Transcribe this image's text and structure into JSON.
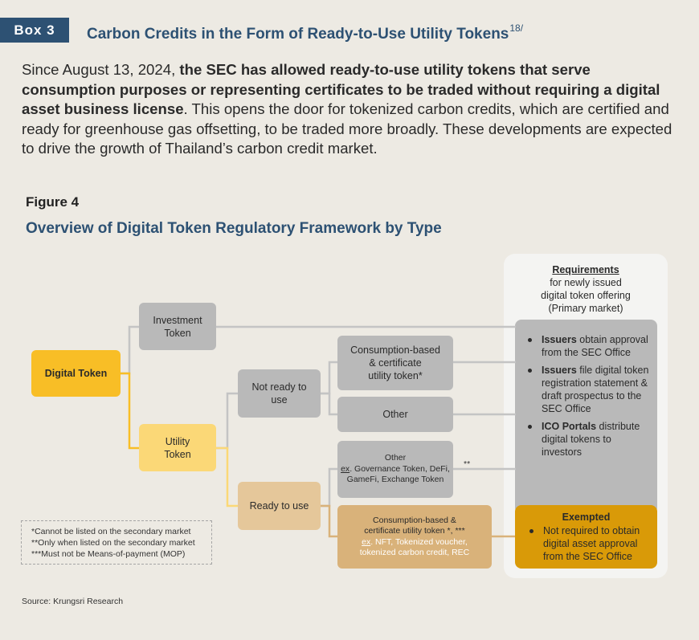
{
  "header": {
    "box_label": "Box 3",
    "title": "Carbon Credits in the Form of Ready-to-Use Utility Tokens",
    "footnote_ref": "18/"
  },
  "intro": {
    "part1": "Since August 13, 2024, ",
    "bold": "the SEC has allowed ready-to-use utility tokens that serve consumption purposes or representing certificates to be traded without requiring a digital asset business license",
    "part2": ". This opens the door for tokenized carbon credits, which are certified and ready for greenhouse gas offsetting, to be traded more broadly. These developments are expected to drive the growth of Thailand’s carbon credit market."
  },
  "figure": {
    "label": "Figure 4",
    "title": "Overview of Digital Token Regulatory Framework by Type"
  },
  "diagram": {
    "digital_token": "Digital Token",
    "investment_token_line1": "Investment",
    "investment_token_line2": "Token",
    "utility_token_line1": "Utility",
    "utility_token_line2": "Token",
    "not_ready_line1": "Not ready to",
    "not_ready_line2": "use",
    "ready_to_use": "Ready to use",
    "consumption_line1": "Consumption-based",
    "consumption_line2": "& certificate",
    "consumption_line3": "utility token*",
    "other": "Other",
    "ready_other_title": "Other",
    "ready_other_ex": "ex",
    "ready_other_line1": ". Governance Token, DeFi,",
    "ready_other_line2": "GameFi, Exchange Token",
    "ready_consumption_line1": "Consumption-based &",
    "ready_consumption_line2": "certificate utility token *, ***",
    "ready_consumption_ex": "ex",
    "ready_consumption_line3": ". NFT, Tokenized voucher,",
    "ready_consumption_line4": "tokenized carbon credit, REC",
    "double_star": "**"
  },
  "requirements": {
    "title": "Requirements",
    "subtitle_line1": "for newly issued",
    "subtitle_line2": "digital token offering",
    "subtitle_line3": "(Primary market)",
    "items": [
      {
        "bold": "Issuers",
        "text": " obtain approval from the SEC Office"
      },
      {
        "bold": "Issuers",
        "text": " file digital token registration statement & draft prospectus to the SEC Office"
      },
      {
        "bold": "ICO Portals",
        "text": " distribute digital tokens to investors"
      }
    ],
    "exempted_title": "Exempted",
    "exempted_text": "Not required to obtain digital asset approval from the SEC Office"
  },
  "notes": [
    "*Cannot be listed on the secondary market",
    "**Only when listed on the secondary market",
    "***Must not be Means-of-payment (MOP)"
  ],
  "source": "Source: Krungsri Research",
  "colors": {
    "brand_blue": "#2d5173",
    "digital_token": "#f8be26",
    "utility_token": "#fbd877",
    "ready_to_use": "#e5c79a",
    "ready_consumption": "#d9b27a",
    "exempted": "#d99a08",
    "grey_node": "#b9b9b9",
    "background": "#edeae3"
  }
}
